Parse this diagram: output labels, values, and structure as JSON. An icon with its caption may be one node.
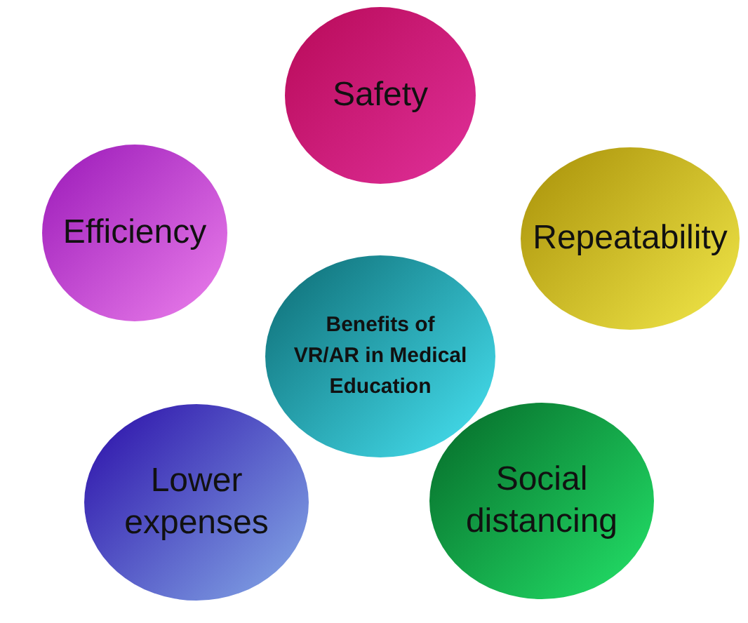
{
  "diagram": {
    "nodes": [
      {
        "text": [
          "Safety"
        ]
      },
      {
        "text": [
          "Efficiency"
        ]
      },
      {
        "text": [
          "Repeatability"
        ]
      },
      {
        "text": [
          "Benefits of VR/AR in Medical Education"
        ]
      },
      {
        "text": [
          "Lower expenses"
        ]
      },
      {
        "text": [
          "Social distancing"
        ]
      }
    ]
  }
}
